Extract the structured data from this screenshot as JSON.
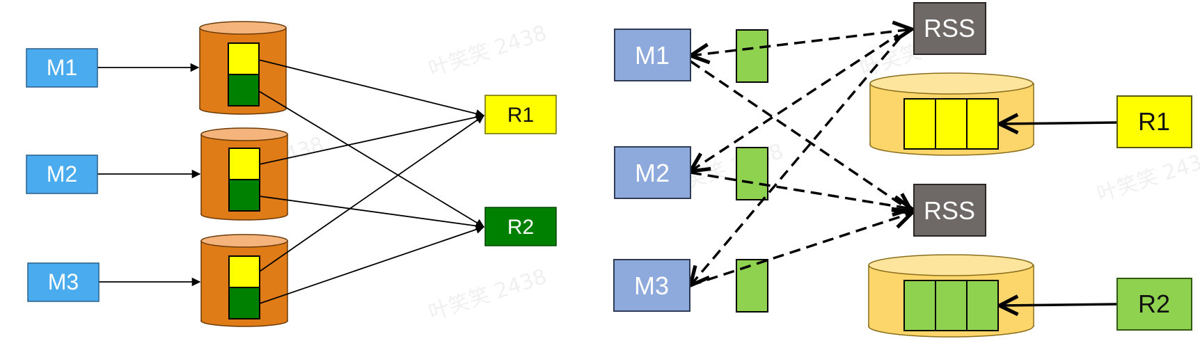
{
  "watermark": "叶笑笑 2438",
  "left": {
    "mappers": [
      "M1",
      "M2",
      "M3"
    ],
    "reducers": [
      "R1",
      "R2"
    ]
  },
  "right": {
    "mappers": [
      "M1",
      "M2",
      "M3"
    ],
    "shuffle_services": [
      "RSS",
      "RSS"
    ],
    "reducers": [
      "R1",
      "R2"
    ]
  },
  "colors": {
    "mapper_left": "#4aacef",
    "store_orange": "#e07c17",
    "store_top": "#f4b47c",
    "partition_yellow": "#ffff00",
    "partition_green": "#008000",
    "mapper_right": "#8ea9db",
    "rss_gray": "#6e6867",
    "store_light": "#fcd56b",
    "partition_light_green": "#8ed24f"
  }
}
